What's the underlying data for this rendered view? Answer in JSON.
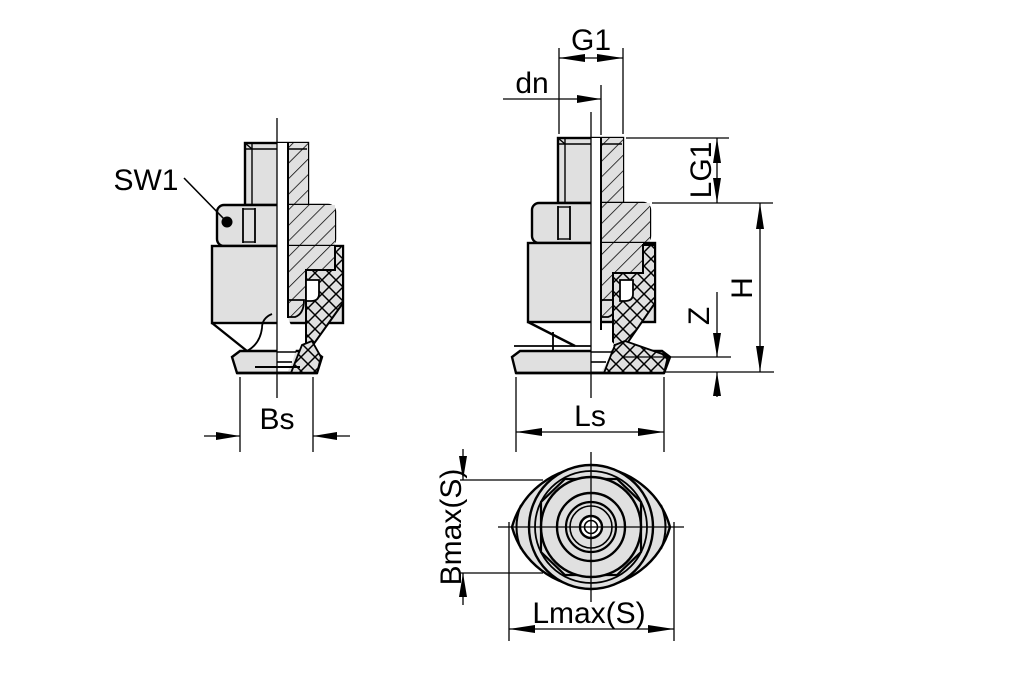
{
  "drawing": {
    "colors": {
      "line": "#000000",
      "fill": "#e0e0e0",
      "background": "#ffffff"
    },
    "views": {
      "front": {
        "labels": {
          "sw1": "SW1",
          "bs": "Bs"
        }
      },
      "side": {
        "labels": {
          "g1": "G1",
          "dn": "dn",
          "lg1": "LG1",
          "h": "H",
          "z": "Z",
          "ls": "Ls"
        }
      },
      "bottom": {
        "labels": {
          "bmax": "Bmax(S)",
          "lmax": "Lmax(S)"
        }
      }
    }
  }
}
